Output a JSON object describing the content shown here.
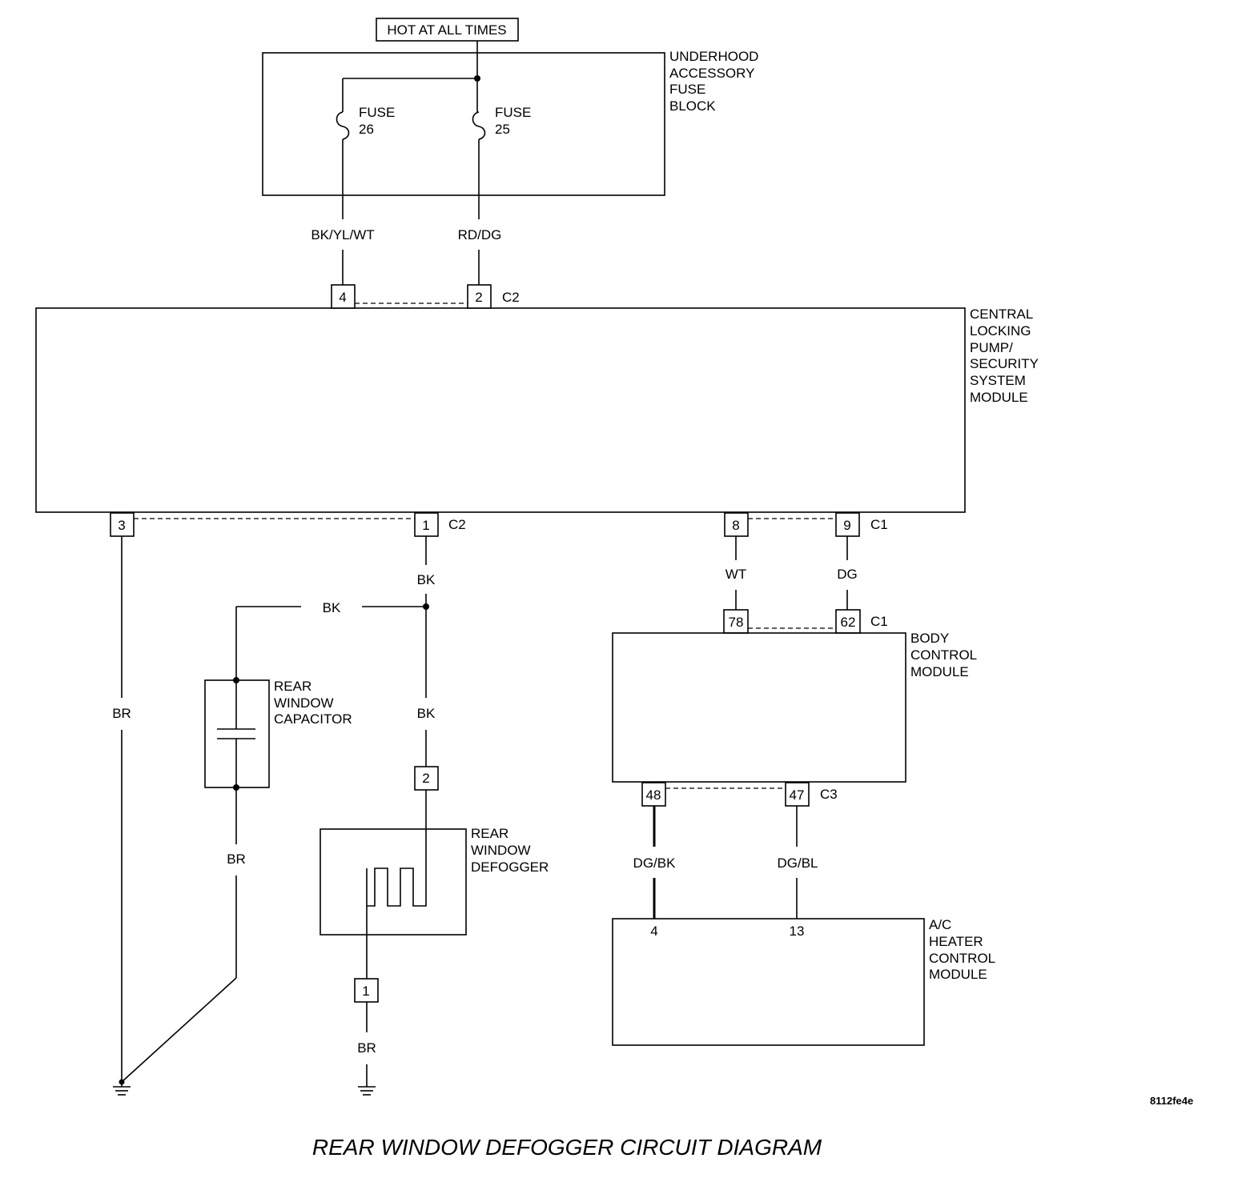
{
  "title": "REAR WINDOW DEFOGGER CIRCUIT DIAGRAM",
  "figure_code": "8112fe4e",
  "power_source": "HOT AT ALL TIMES",
  "fuse_block": {
    "label_lines": [
      "UNDERHOOD",
      "ACCESSORY",
      "FUSE",
      "BLOCK"
    ],
    "fuses": [
      {
        "word": "FUSE",
        "number": "26"
      },
      {
        "word": "FUSE",
        "number": "25"
      }
    ]
  },
  "security_module": {
    "label_lines": [
      "CENTRAL",
      "LOCKING",
      "PUMP/",
      "SECURITY",
      "SYSTEM",
      "MODULE"
    ],
    "top_pins": [
      "4",
      "2"
    ],
    "top_connector": "C2",
    "bottom_left_pins": [
      "3",
      "1"
    ],
    "bottom_left_connector": "C2",
    "bottom_right_pins": [
      "8",
      "9"
    ],
    "bottom_right_connector": "C1"
  },
  "body_control_module": {
    "label_lines": [
      "BODY",
      "CONTROL",
      "MODULE"
    ],
    "top_pins": [
      "78",
      "62"
    ],
    "top_connector": "C1",
    "bottom_pins": [
      "48",
      "47"
    ],
    "bottom_connector": "C3"
  },
  "hvac_module": {
    "label_lines": [
      "A/C",
      "HEATER",
      "CONTROL",
      "MODULE"
    ],
    "pins": [
      "4",
      "13"
    ]
  },
  "capacitor": {
    "label_lines": [
      "REAR",
      "WINDOW",
      "CAPACITOR"
    ]
  },
  "defogger": {
    "label_lines": [
      "REAR",
      "WINDOW",
      "DEFOGGER"
    ],
    "pins": [
      "2",
      "1"
    ]
  },
  "wires": {
    "fuse26_out": "BK/YL/WT",
    "fuse25_out": "RD/DG",
    "ground_left": "BR",
    "pin1_out": "BK",
    "cap_branch": "BK",
    "to_defogger": "BK",
    "cap_ground": "BR",
    "defogger_ground": "BR",
    "bcm_78": "WT",
    "bcm_62": "DG",
    "hvac_4": "DG/BK",
    "hvac_13": "DG/BL"
  }
}
